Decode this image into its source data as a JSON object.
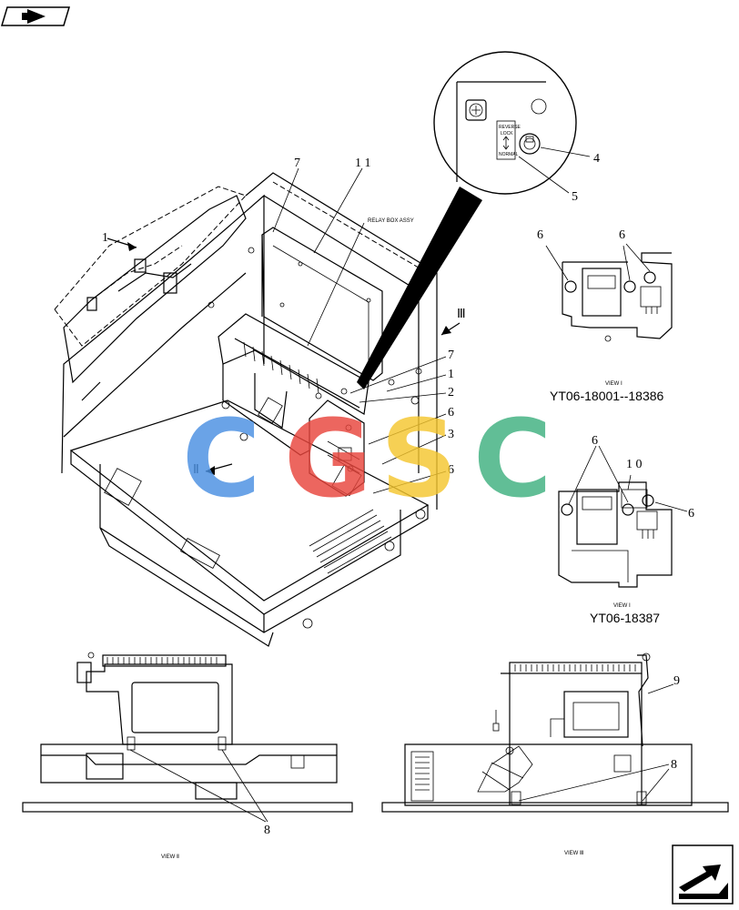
{
  "relay_label": "RELAY BOX ASSY",
  "callouts": {
    "n1a": "1",
    "n7a": "7",
    "n11a": "1 1",
    "n4": "4",
    "n5": "5",
    "nIII": "Ⅲ",
    "n7b": "7",
    "n1b": "1",
    "n2": "2",
    "n6a": "6",
    "n3": "3",
    "n6b": "6",
    "nII": "Ⅱ",
    "n6c": "6",
    "n6d": "6",
    "n6e": "6",
    "n10": "1 0",
    "n6f": "6",
    "n9": "9",
    "n8a": "8",
    "n8b": "8"
  },
  "detail_label": {
    "l1": "REVERSE",
    "l2": "LOCK",
    "l3": "NORMAL"
  },
  "views": {
    "view1_label": "VIEW Ⅰ",
    "view1_code": "YT06-18001--18386",
    "view2_label": "VIEW Ⅰ",
    "view2_code": "YT06-18387",
    "viewII_label": "VIEW Ⅱ",
    "viewIII_label": "VIEW Ⅲ"
  },
  "watermark": {
    "letters": [
      "C",
      "G",
      "S",
      "C"
    ],
    "colors": [
      "#4a90e2",
      "#e8453c",
      "#f5c62f",
      "#3fb07f"
    ]
  }
}
